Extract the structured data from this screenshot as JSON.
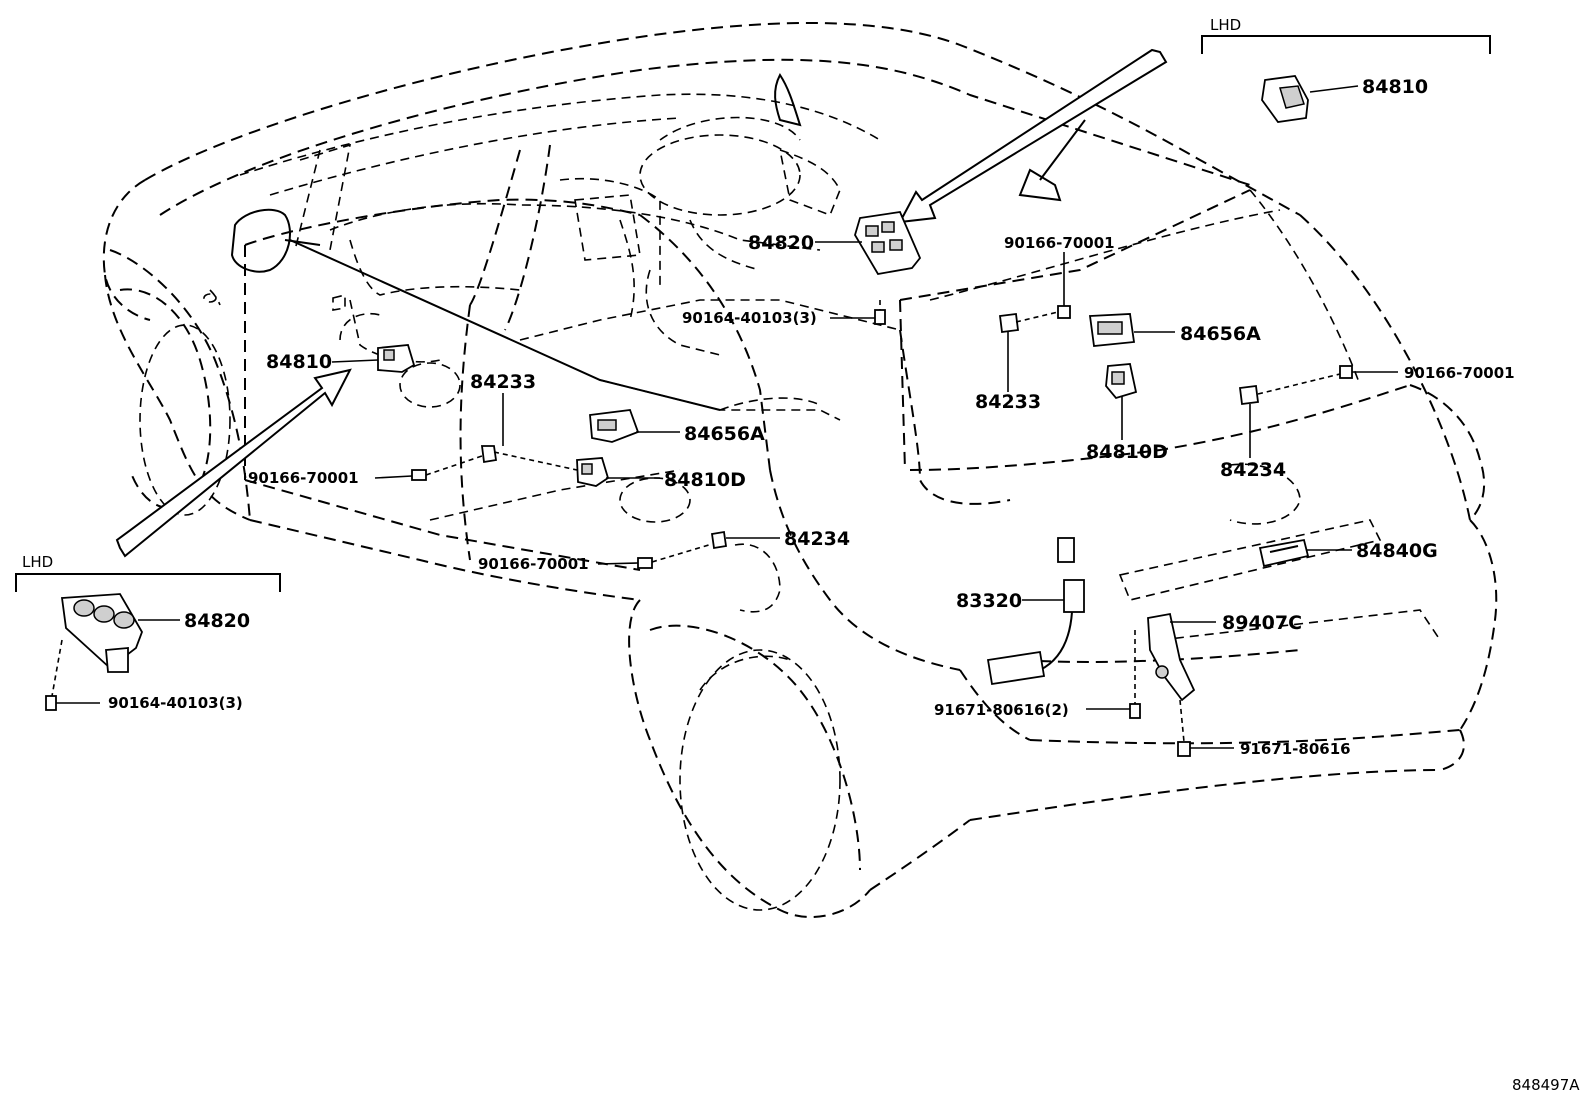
{
  "diagram": {
    "reference_code": "848497A",
    "variant_labels": {
      "top_right": "LHD",
      "bottom_left": "LHD"
    },
    "parts": {
      "window_switch_right_lhd": "84810",
      "master_switch_center": "84820",
      "screw_center": "90164-40103(3)",
      "window_switch_left": "84810",
      "switch_84233_left": "84233",
      "switch_84656a_center": "84656A",
      "screw_90166_left": "90166-70001",
      "switch_84810d_center": "84810D",
      "switch_84234_center": "84234",
      "screw_90166_center": "90166-70001",
      "master_switch_lhd": "84820",
      "screw_lhd": "90164-40103(3)",
      "screw_90166_top": "90166-70001",
      "switch_84656a_right": "84656A",
      "switch_84233_right": "84233",
      "switch_84810d_right": "84810D",
      "screw_90166_right": "90166-70001",
      "switch_84234_right": "84234",
      "switch_84840g": "84840G",
      "sensor_83320": "83320",
      "bracket_89407c": "89407C",
      "bolt_91671_pair": "91671-80616(2)",
      "bolt_91671_single": "91671-80616"
    }
  }
}
